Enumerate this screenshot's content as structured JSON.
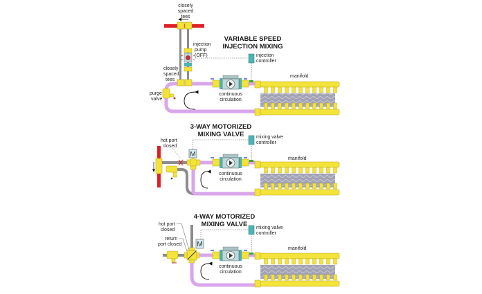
{
  "colors": {
    "pipe_mix": "#d9a6ec",
    "pipe_hot": "#e01e26",
    "pipe_gray": "#8c8c8c",
    "brass": "#f3e33a",
    "brass_dark": "#b5a414",
    "manifold_fill": "#a3a3b5",
    "controller": "#4fb3b3",
    "pump_body": "#bfd8da",
    "motor_box": "#d6ecf4"
  },
  "sections": [
    {
      "id": "injection",
      "title_line1": "VARIABLE SPEED",
      "title_line2": "INJECTION MIXING",
      "controller_line1": "injection",
      "controller_line2": "controller",
      "labels": {
        "tees_top_1": "closely",
        "tees_top_2": "spaced",
        "tees_top_3": "tees",
        "pump_1": "injection",
        "pump_2": "pump",
        "pump_3": "(OFF)",
        "tees_bot_1": "closely",
        "tees_bot_2": "spaced",
        "tees_bot_3": "tees",
        "purge_1": "purge",
        "purge_2": "valve",
        "circ_1": "continuous",
        "circ_2": "circulation",
        "manifold": "manifold"
      }
    },
    {
      "id": "three-way",
      "title_line1": "3-WAY MOTORIZED",
      "title_line2": "MIXING VALVE",
      "controller_line1": "mixing valve",
      "controller_line2": "controller",
      "motor": "M",
      "labels": {
        "hot_1": "hot port",
        "hot_2": "closed",
        "circ_1": "continuous",
        "circ_2": "circulation",
        "manifold": "manifold"
      }
    },
    {
      "id": "four-way",
      "title_line1": "4-WAY MOTORIZED",
      "title_line2": "MIXING VALVE",
      "controller_line1": "mixing valve",
      "controller_line2": "controller",
      "motor": "M",
      "labels": {
        "hot_1": "hot port",
        "hot_2": "closed",
        "ret_1": "return",
        "ret_2": "port closed",
        "circ_1": "continuous",
        "circ_2": "circulation",
        "manifold": "manifold"
      }
    }
  ]
}
